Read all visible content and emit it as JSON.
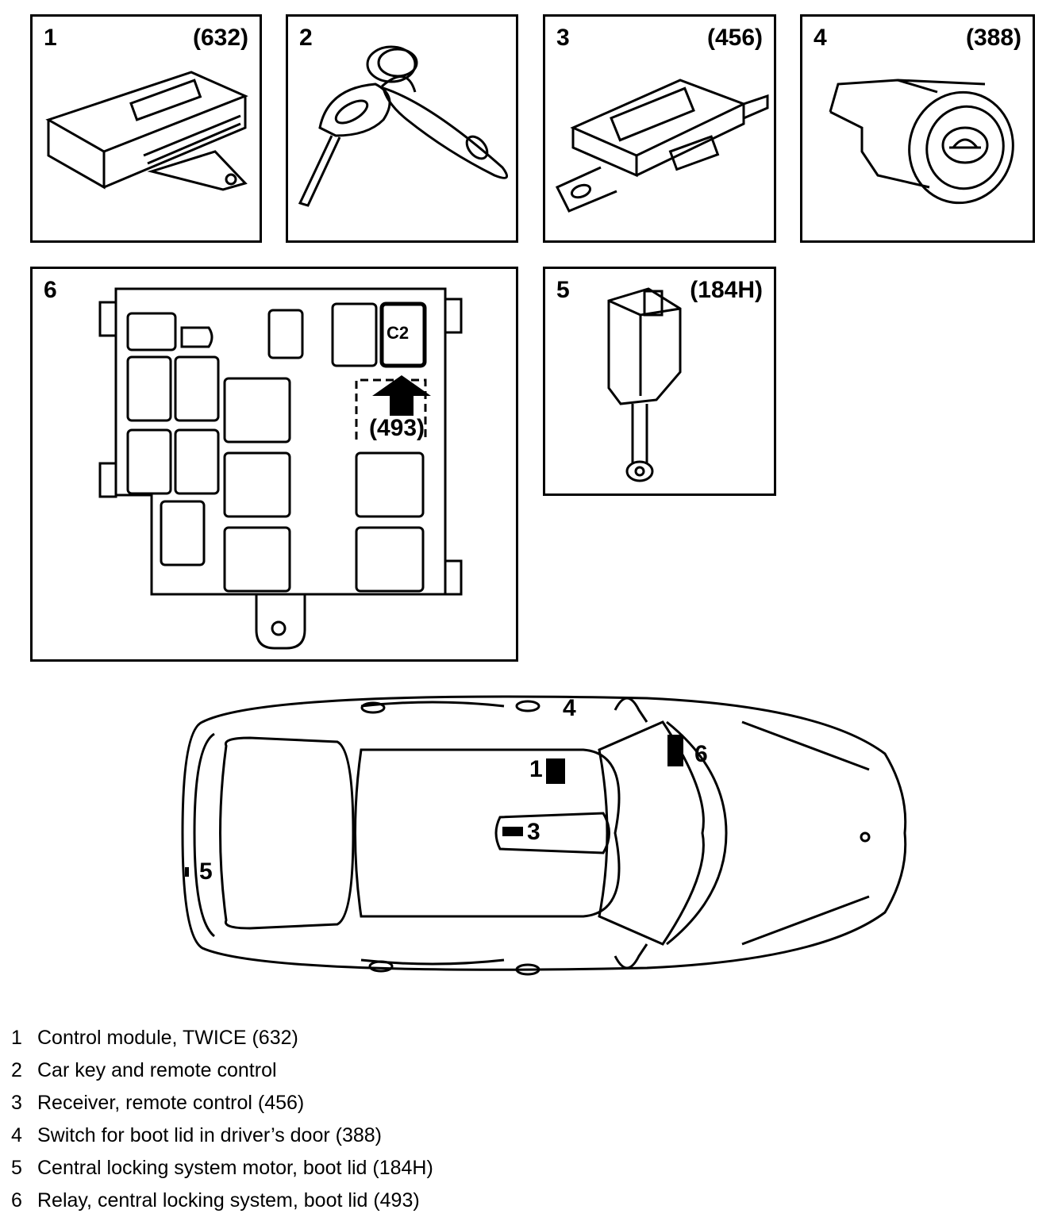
{
  "panels": [
    {
      "num": "1",
      "code": "(632)"
    },
    {
      "num": "2",
      "code": ""
    },
    {
      "num": "3",
      "code": "(456)"
    },
    {
      "num": "4",
      "code": "(388)"
    },
    {
      "num": "5",
      "code": "(184H)"
    },
    {
      "num": "6",
      "code": ""
    }
  ],
  "relay_box": {
    "c2_label": "C2",
    "arrow_code": "(493)"
  },
  "car_labels": [
    "1",
    "3",
    "4",
    "5",
    "6"
  ],
  "legend": [
    {
      "num": "1",
      "text": "Control module, TWICE (632)"
    },
    {
      "num": "2",
      "text": "Car key and remote control"
    },
    {
      "num": "3",
      "text": "Receiver, remote control (456)"
    },
    {
      "num": "4",
      "text": "Switch for boot lid in driver’s door (388)"
    },
    {
      "num": "5",
      "text": "Central locking system motor, boot lid (184H)"
    },
    {
      "num": "6",
      "text": "Relay, central locking system, boot lid (493)"
    }
  ]
}
